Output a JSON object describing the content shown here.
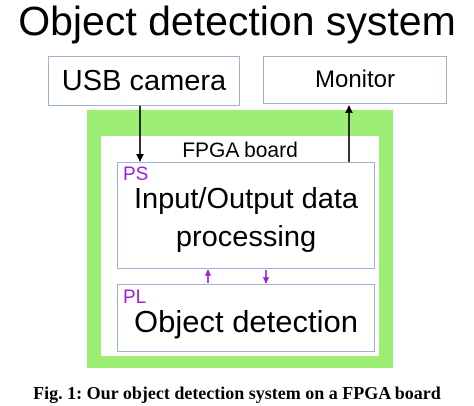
{
  "title": "Object detection system",
  "nodes": {
    "usb_camera": "USB camera",
    "monitor": "Monitor",
    "fpga_board": "FPGA board",
    "ps": {
      "tag": "PS",
      "line1": "Input/Output data",
      "line2": "processing"
    },
    "pl": {
      "tag": "PL",
      "label": "Object detection"
    }
  },
  "caption": "Fig. 1: Our object detection system on a FPGA board",
  "colors": {
    "board_fill": "#9eee76",
    "box_border": "#9db3cf",
    "tag_text": "#9b1fe0",
    "inner_arrows": "#9b1fe0",
    "outer_arrows": "#000000"
  },
  "edges": [
    {
      "from": "usb_camera",
      "to": "ps"
    },
    {
      "from": "ps",
      "to": "monitor"
    },
    {
      "from": "ps",
      "to": "pl"
    },
    {
      "from": "pl",
      "to": "ps"
    }
  ]
}
